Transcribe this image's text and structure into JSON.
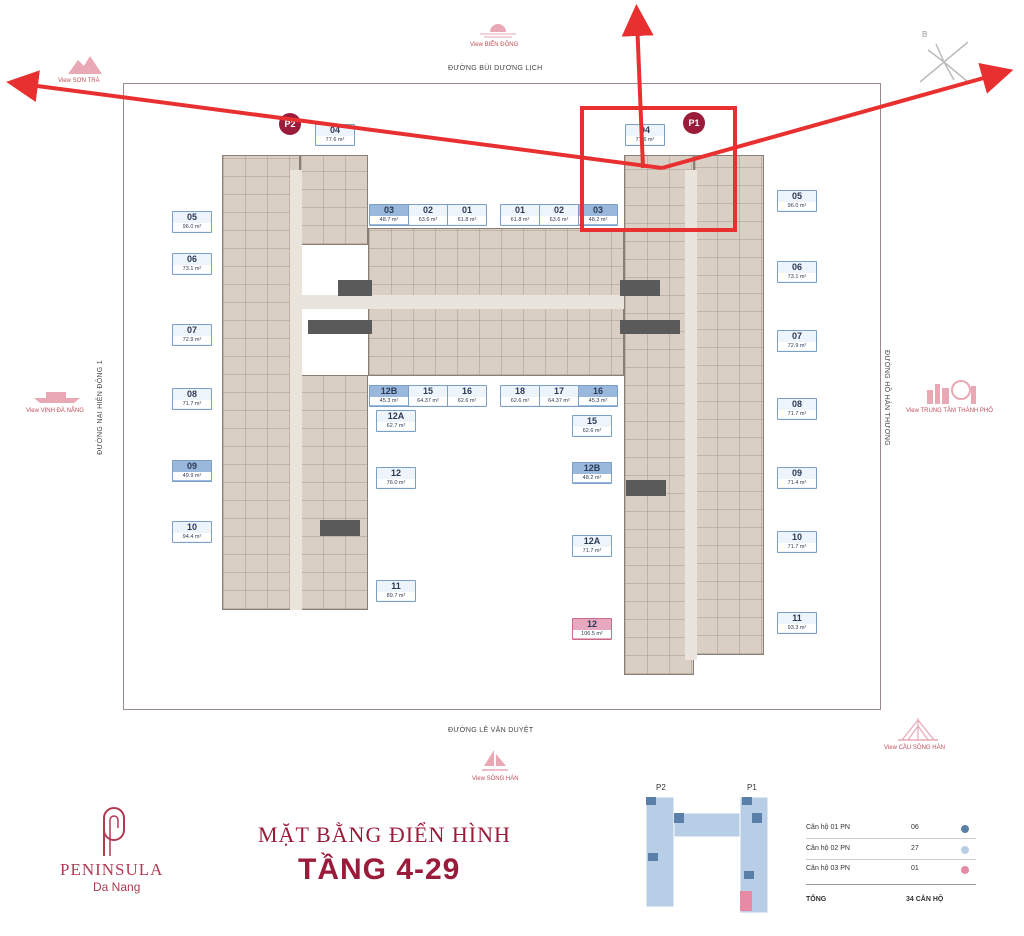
{
  "roads": {
    "top": "ĐƯỜNG BÙI DƯƠNG LỊCH",
    "bottom": "ĐƯỜNG LÊ VĂN DUYỆT",
    "left": "ĐƯỜNG NẠI HIÊN ĐÔNG 1",
    "right": "ĐƯỜNG HỒ HÁN THƯƠNG"
  },
  "views": {
    "son_tra": "View SƠN TRÀ",
    "bien_dong": "View BIỂN ĐÔNG",
    "vinh_da_nang": "View VỊNH ĐÀ NẴNG",
    "trung_tam": "View TRUNG TÂM THÀNH PHỐ",
    "cau_song_han": "View CẦU SÔNG HÀN",
    "song_han": "View SÔNG HÀN"
  },
  "compass": "B",
  "badges": {
    "p1": "P1",
    "p2": "P2"
  },
  "units_left_tower": [
    {
      "num": "04",
      "area": "77.6 m²",
      "type": "u2"
    },
    {
      "num": "05",
      "area": "96.0 m²",
      "type": "u2"
    },
    {
      "num": "06",
      "area": "73.1 m²",
      "type": "u2"
    },
    {
      "num": "07",
      "area": "72.9 m²",
      "type": "u2"
    },
    {
      "num": "08",
      "area": "71.7 m²",
      "type": "u2"
    },
    {
      "num": "09",
      "area": "49.9 m²",
      "type": "u1"
    },
    {
      "num": "10",
      "area": "94.4 m²",
      "type": "u2"
    },
    {
      "num": "03",
      "area": "48.7 m²",
      "type": "u1"
    },
    {
      "num": "02",
      "area": "63.6 m²",
      "type": "u2"
    },
    {
      "num": "01",
      "area": "61.8 m²",
      "type": "u2"
    },
    {
      "num": "12B",
      "area": "45.3 m²",
      "type": "u1"
    },
    {
      "num": "15",
      "area": "64.37 m²",
      "type": "u2"
    },
    {
      "num": "16",
      "area": "62.6 m²",
      "type": "u2"
    },
    {
      "num": "12A",
      "area": "62.7 m²",
      "type": "u2"
    },
    {
      "num": "12",
      "area": "76.0 m²",
      "type": "u2"
    },
    {
      "num": "11",
      "area": "89.7 m²",
      "type": "u2"
    }
  ],
  "units_right_tower": [
    {
      "num": "04",
      "area": "77.6 m²",
      "type": "u2"
    },
    {
      "num": "05",
      "area": "96.0 m²",
      "type": "u2"
    },
    {
      "num": "06",
      "area": "73.1 m²",
      "type": "u2"
    },
    {
      "num": "07",
      "area": "72.9 m²",
      "type": "u2"
    },
    {
      "num": "08",
      "area": "71.7 m²",
      "type": "u2"
    },
    {
      "num": "09",
      "area": "71.4 m²",
      "type": "u2"
    },
    {
      "num": "10",
      "area": "71.7 m²",
      "type": "u2"
    },
    {
      "num": "11",
      "area": "93.3 m²",
      "type": "u2"
    },
    {
      "num": "01",
      "area": "61.8 m²",
      "type": "u2"
    },
    {
      "num": "02",
      "area": "63.6 m²",
      "type": "u2"
    },
    {
      "num": "03",
      "area": "48.2 m²",
      "type": "u1"
    },
    {
      "num": "18",
      "area": "62.6 m²",
      "type": "u2"
    },
    {
      "num": "17",
      "area": "64.37 m²",
      "type": "u2"
    },
    {
      "num": "16",
      "area": "45.3 m²",
      "type": "u1"
    },
    {
      "num": "15",
      "area": "62.6 m²",
      "type": "u2"
    },
    {
      "num": "12B",
      "area": "48.2 m²",
      "type": "u1"
    },
    {
      "num": "12A",
      "area": "71.7 m²",
      "type": "u2"
    },
    {
      "num": "12",
      "area": "106.5 m²",
      "type": "u3"
    }
  ],
  "title": {
    "line1": "MẶT BẰNG ĐIỂN HÌNH",
    "line2": "TẦNG 4-29"
  },
  "brand": {
    "name": "PENINSULA",
    "sub": "Da Nang"
  },
  "mini_map": {
    "p2": "P2",
    "p1": "P1"
  },
  "legend": [
    {
      "label": "Căn hộ 01 PN",
      "count": "06",
      "color": "#5a7fa8"
    },
    {
      "label": "Căn hộ 02 PN",
      "count": "27",
      "color": "#b8cde6"
    },
    {
      "label": "Căn hộ 03 PN",
      "count": "01",
      "color": "#e88aa6"
    }
  ],
  "total": {
    "label": "TỔNG",
    "value": "34 CĂN HỘ"
  },
  "colors": {
    "accent": "#9b1b3a",
    "arrow": "#e83030",
    "unit_border": "#7aa0c8"
  }
}
